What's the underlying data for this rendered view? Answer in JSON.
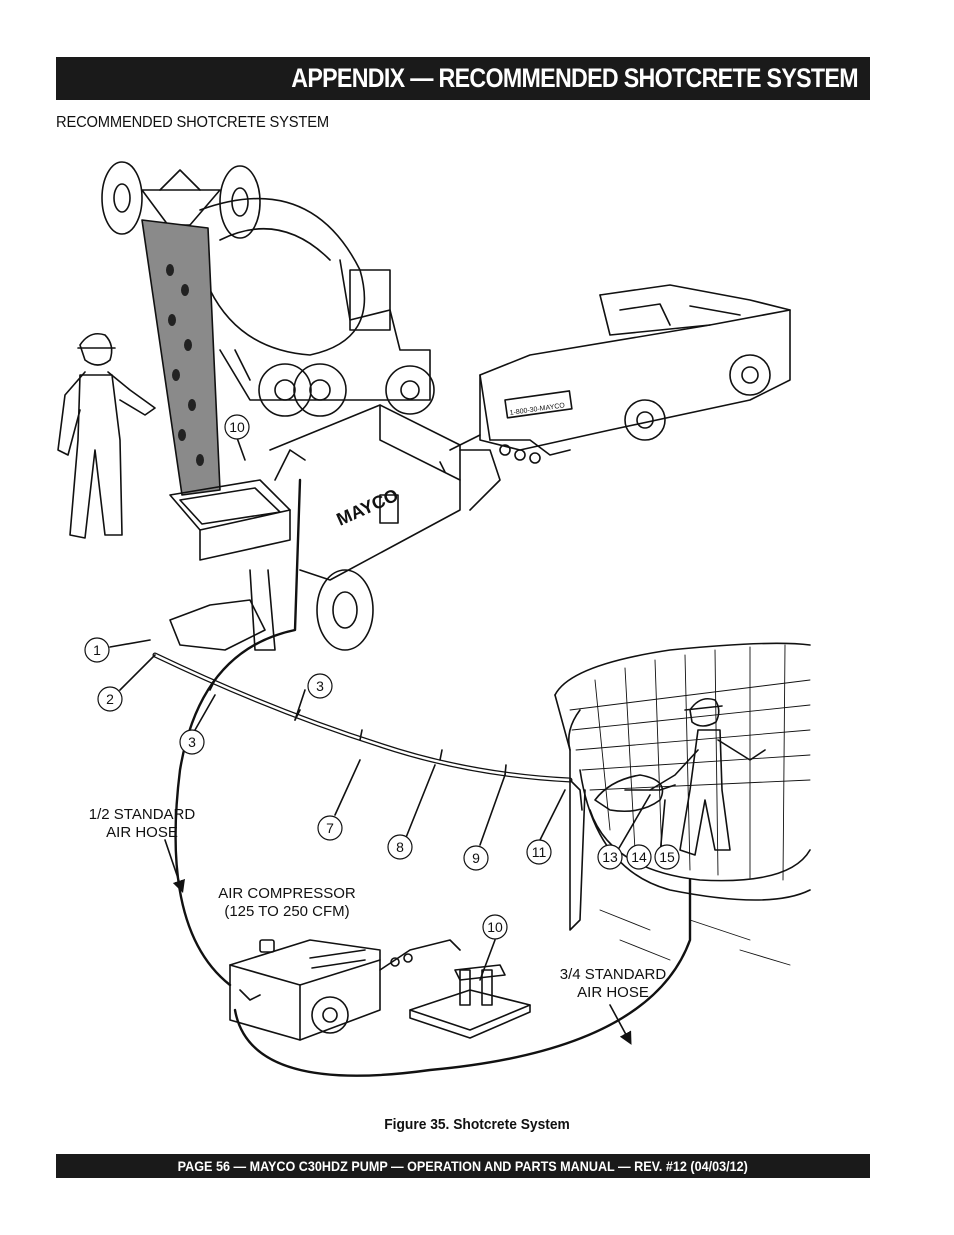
{
  "header": {
    "title": "APPENDIX — RECOMMENDED SHOTCRETE SYSTEM"
  },
  "section": {
    "label": "RECOMMENDED SHOTCRETE SYSTEM"
  },
  "figure": {
    "callouts": {
      "c1": "1",
      "c2": "2",
      "c3a": "3",
      "c3b": "3",
      "c7": "7",
      "c8": "8",
      "c9": "9",
      "c10a": "10",
      "c10b": "10",
      "c11": "11",
      "c13": "13",
      "c14": "14",
      "c15": "15"
    },
    "labels": {
      "half_hose_line1": "1/2 STANDARD",
      "half_hose_line2": "AIR HOSE",
      "compressor_line1": "AIR COMPRESSOR",
      "compressor_line2": "(125 TO 250 CFM)",
      "three_quarter_line1": "3/4 STANDARD",
      "three_quarter_line2": "AIR HOSE"
    },
    "decals": {
      "pump_brand": "MAYCO",
      "truck_phone": "1-800-30-MAYCO"
    },
    "caption": "Figure  35.  Shotcrete System"
  },
  "footer": {
    "text": "PAGE 56 — MAYCO C30HDZ PUMP — OPERATION AND PARTS MANUAL — REV. #12 (04/03/12)"
  }
}
